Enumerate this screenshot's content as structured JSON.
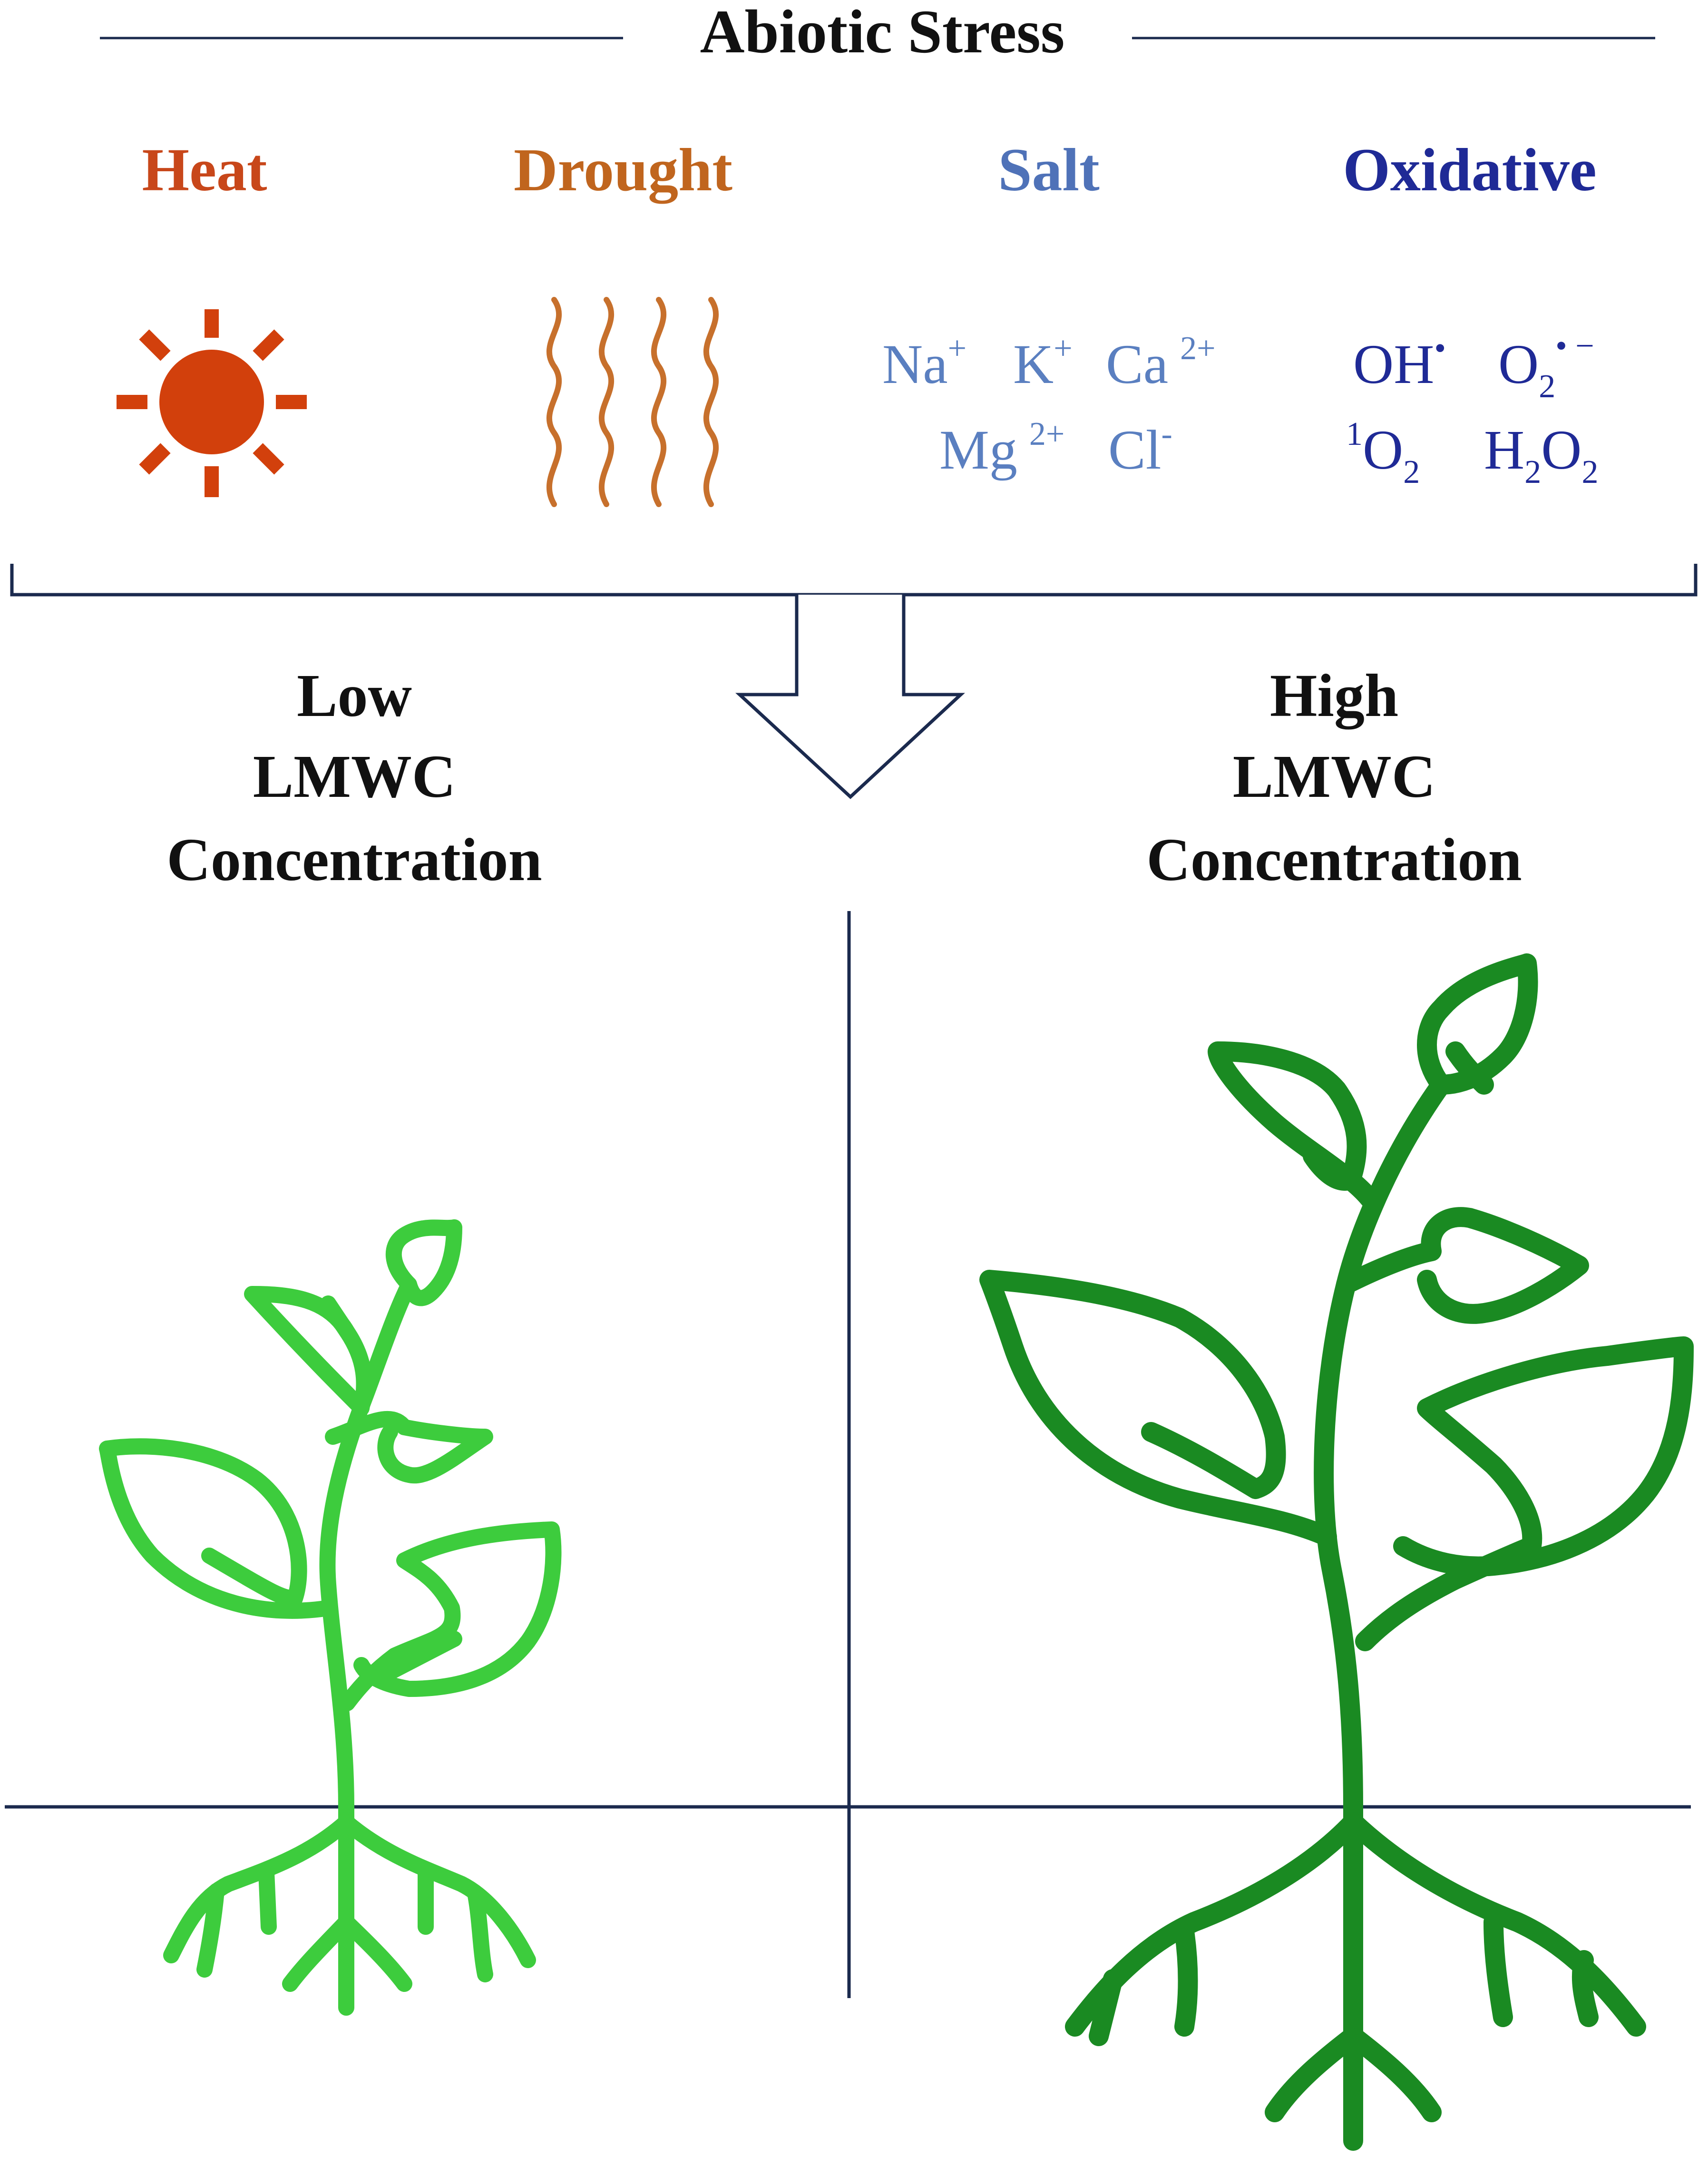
{
  "title": "Abiotic Stress",
  "stress_types": [
    {
      "label": "Heat",
      "color": "#c8471a",
      "icon": "sun-icon"
    },
    {
      "label": "Drought",
      "color": "#c0651e",
      "icon": "wavy-lines-icon"
    },
    {
      "label": "Salt",
      "color": "#4f72b8",
      "icon": "ions-text"
    },
    {
      "label": "Oxidative",
      "color": "#1f2a96",
      "icon": "ros-text"
    }
  ],
  "salt_ions": {
    "line1": [
      {
        "base": "Na",
        "sup": "+"
      },
      {
        "base": "K",
        "sup": "+"
      },
      {
        "base": "Ca",
        "sup": "2+"
      }
    ],
    "line2": [
      {
        "base": "Mg",
        "sup": "2+"
      },
      {
        "base": "Cl",
        "sup": "-"
      }
    ]
  },
  "oxidative_species": {
    "line1": [
      {
        "base": "OH",
        "sup": "•"
      },
      {
        "base": "O",
        "sub": "2",
        "sup": "• −"
      }
    ],
    "line2": [
      {
        "pre_sup": "1",
        "base": "O",
        "sub": "2"
      },
      {
        "base": "H",
        "sub": "2",
        "base2": "O",
        "sub2": "2"
      }
    ]
  },
  "low": {
    "line1": "Low",
    "line2": "LMWC",
    "line3": "Concentration",
    "plant_color": "#3dcc3d"
  },
  "high": {
    "line1": "High",
    "line2": "LMWC",
    "line3": "Concentration",
    "plant_color": "#1a8a22"
  },
  "colors": {
    "line": "#1b2a4e",
    "heading": "#111111",
    "heat": "#d2400c"
  }
}
